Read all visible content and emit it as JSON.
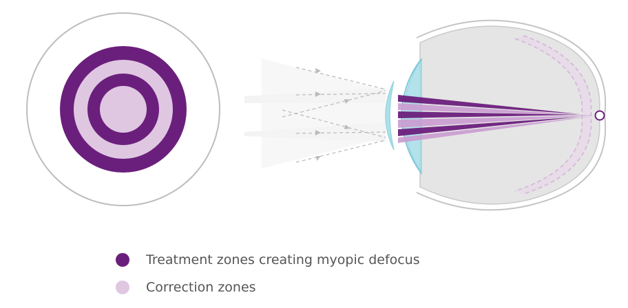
{
  "colors": {
    "treatment": "#6b1f7c",
    "correction": "#dfc7e2",
    "outline": "#bdbdbd",
    "lens": "#a6dde8",
    "eyeball": "#e5e5e5"
  },
  "legend": {
    "items": [
      {
        "label": "Treatment zones creating myopic defocus",
        "color_key": "treatment"
      },
      {
        "label": "Correction zones",
        "color_key": "correction"
      }
    ]
  }
}
